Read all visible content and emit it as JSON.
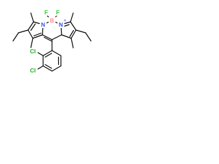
{
  "molecule": {
    "atoms": {
      "fluorine_left": {
        "label": "F",
        "color": "#33cc33"
      },
      "fluorine_right": {
        "label": "F",
        "color": "#33cc33"
      },
      "boron": {
        "label": "B",
        "color": "#ff8c8c",
        "charge": "−"
      },
      "nitrogen_left": {
        "label": "N",
        "color": "#3050f8"
      },
      "nitrogen_right": {
        "label": "N",
        "color": "#3050f8",
        "charge": "+"
      },
      "chlorine_top": {
        "label": "Cl",
        "color": "#1fb01f"
      },
      "chlorine_bottom": {
        "label": "Cl",
        "color": "#1fb01f"
      }
    },
    "bond_color": "#000000"
  }
}
